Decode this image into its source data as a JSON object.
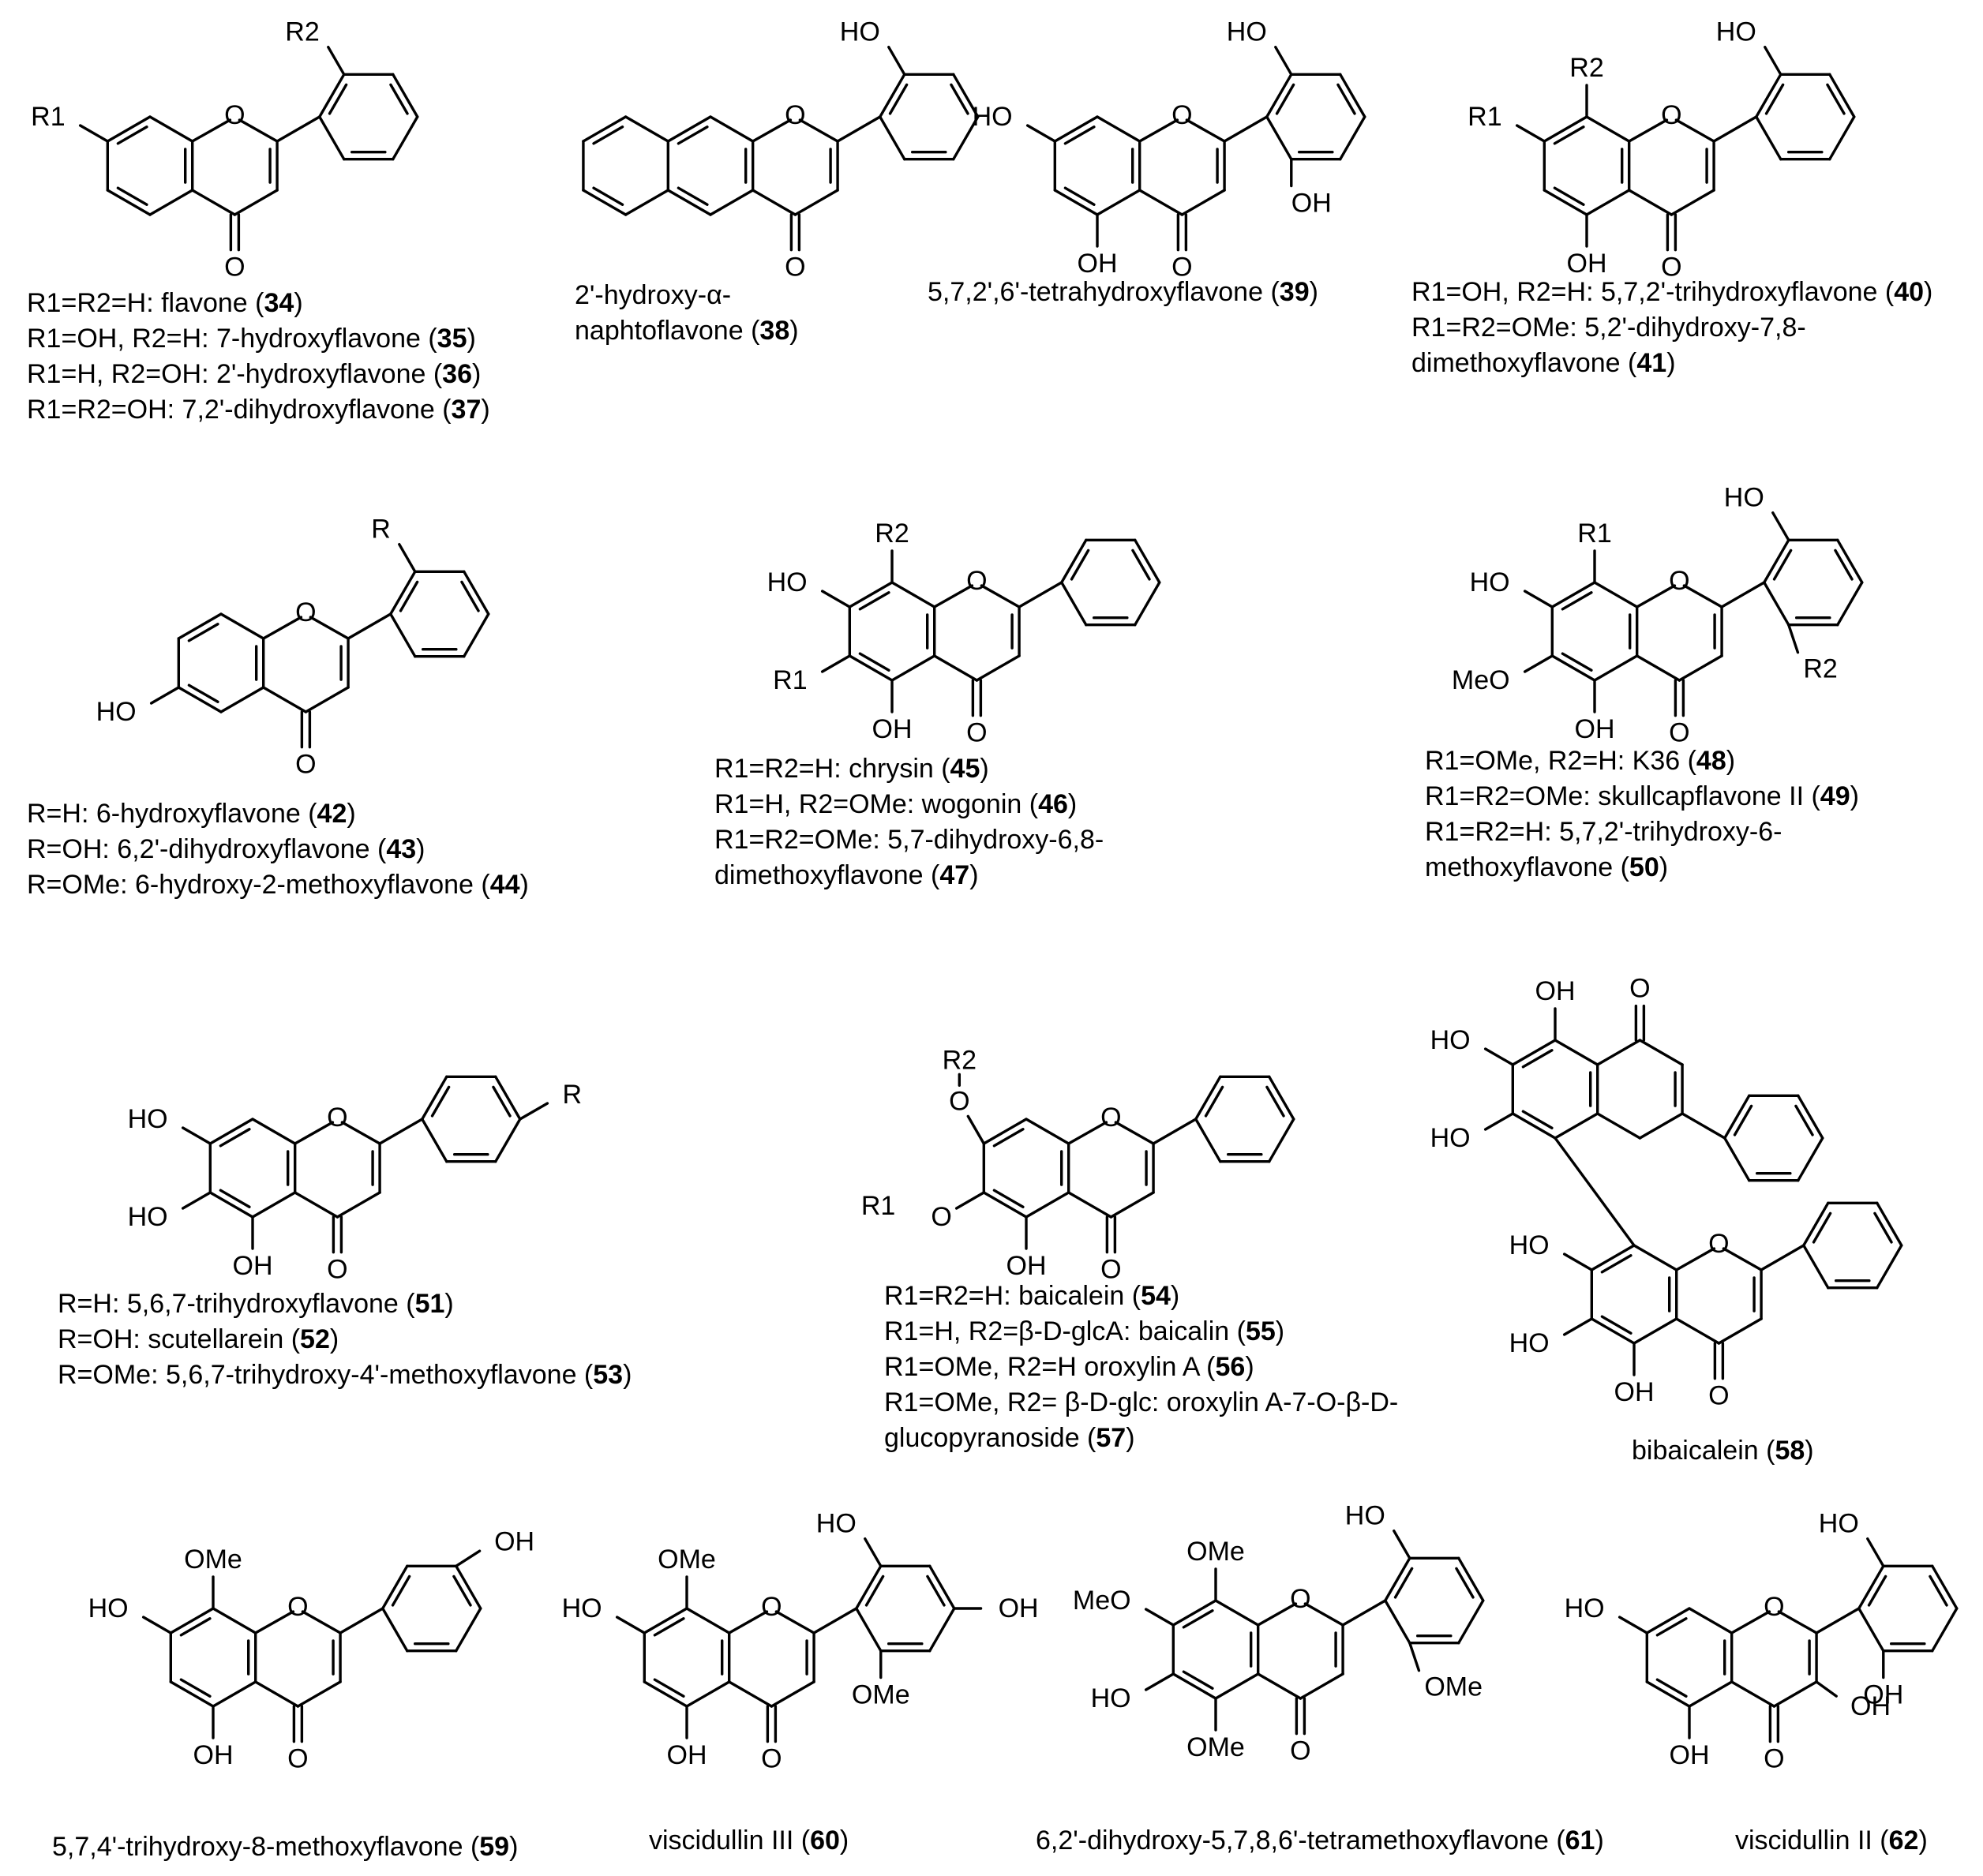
{
  "compounds": [
    {
      "id": "core-A",
      "atoms": {
        "R1": "R1",
        "R2": "R2"
      },
      "caption": [
        [
          "R1=R2=H:  flavone (",
          "34",
          ")"
        ],
        [
          "R1=OH, R2=H:  7-hydroxyflavone (",
          "35",
          ")"
        ],
        [
          "R1=H, R2=OH:  2'-hydroxyflavone (",
          "36",
          ")"
        ],
        [
          "R1=R2=OH:  7,2'-dihydroxyflavone (",
          "37",
          ")"
        ]
      ]
    },
    {
      "id": "c38",
      "atoms": {
        "HO": "HO"
      },
      "caption": [
        [
          "2'-hydroxy-α-",
          null,
          ""
        ],
        [
          "naphtoflavone (",
          "38",
          ")"
        ]
      ]
    },
    {
      "id": "c39",
      "atoms": {
        "HO7": "HO",
        "OH5": "OH",
        "HO2p": "HO",
        "OH6p": "OH"
      },
      "caption": [
        [
          "5,7,2',6'-tetrahydroxyflavone (",
          "39",
          ")"
        ]
      ]
    },
    {
      "id": "core-B",
      "atoms": {
        "R1": "R1",
        "R2": "R2",
        "OH5": "OH",
        "HO2p": "HO"
      },
      "caption": [
        [
          "R1=OH, R2=H:  5,7,2'-trihydroxyflavone (",
          "40",
          ")"
        ],
        [
          "R1=R2=OMe:  5,2'-dihydroxy-7,8-",
          null,
          ""
        ],
        [
          "dimethoxyflavone (",
          "41",
          ")"
        ]
      ]
    },
    {
      "id": "core-C",
      "atoms": {
        "R": "R",
        "HO6": "HO"
      },
      "caption": [
        [
          "R=H:  6-hydroxyflavone (",
          "42",
          ")"
        ],
        [
          "R=OH:  6,2'-dihydroxyflavone (",
          "43",
          ")"
        ],
        [
          "R=OMe:  6-hydroxy-2-methoxyflavone (",
          "44",
          ")"
        ]
      ]
    },
    {
      "id": "core-D",
      "atoms": {
        "R1": "R1",
        "R2": "R2",
        "HO7": "HO",
        "OH5": "OH"
      },
      "caption": [
        [
          "R1=R2=H:  chrysin (",
          "45",
          ")"
        ],
        [
          "R1=H, R2=OMe:  wogonin (",
          "46",
          ")"
        ],
        [
          "R1=R2=OMe:  5,7-dihydroxy-6,8-",
          null,
          ""
        ],
        [
          "dimethoxyflavone (",
          "47",
          ")"
        ]
      ]
    },
    {
      "id": "core-E",
      "atoms": {
        "R1": "R1",
        "R2": "R2",
        "HO7": "HO",
        "MeO6": "MeO",
        "OH5": "OH",
        "HO2p": "HO"
      },
      "caption": [
        [
          "R1=OMe, R2=H:  K36 (",
          "48",
          ")"
        ],
        [
          "R1=R2=OMe:  skullcapflavone II (",
          "49",
          ")"
        ],
        [
          "R1=R2=H:  5,7,2'-trihydroxy-6-",
          null,
          ""
        ],
        [
          "methoxyflavone (",
          "50",
          ")"
        ]
      ]
    },
    {
      "id": "core-F",
      "atoms": {
        "R": "R",
        "HO7": "HO",
        "HO6": "HO",
        "OH5": "OH"
      },
      "caption": [
        [
          "R=H:  5,6,7-trihydroxyflavone (",
          "51",
          ")"
        ],
        [
          "R=OH:  scutellarein (",
          "52",
          ")"
        ],
        [
          "R=OMe:  5,6,7-trihydroxy-4'-methoxyflavone (",
          "53",
          ")"
        ]
      ]
    },
    {
      "id": "core-G",
      "atoms": {
        "R1": "R1",
        "R2": "R2",
        "OH5": "OH"
      },
      "caption": [
        [
          "R1=R2=H:  baicalein (",
          "54",
          ")"
        ],
        [
          "R1=H, R2=β-D-glcA:  baicalin (",
          "55",
          ")"
        ],
        [
          "R1=OMe, R2=H  oroxylin A (",
          "56",
          ")"
        ],
        [
          "R1=OMe, R2= β-D-glc:  oroxylin A-7-O-β-D-",
          null,
          ""
        ],
        [
          "glucopyranoside (",
          "57",
          ")"
        ]
      ]
    },
    {
      "id": "c58",
      "atoms": {
        "OHa": "OH",
        "HOa": "HO",
        "HOb": "HO",
        "HOc": "HO",
        "HOd": "HO",
        "OHe": "OH"
      },
      "caption": [
        [
          "bibaicalein (",
          "58",
          ")"
        ]
      ]
    },
    {
      "id": "c59",
      "atoms": {
        "OMe8": "OMe",
        "HO7": "HO",
        "OH5": "OH",
        "OH4p": "OH"
      },
      "caption": [
        [
          "5,7,4'-trihydroxy-8-methoxyflavone (",
          "59",
          ")"
        ]
      ]
    },
    {
      "id": "c60",
      "atoms": {
        "OMe8": "OMe",
        "HO7": "HO",
        "OH5": "OH",
        "HO2p": "HO",
        "OH4p": "OH",
        "OMe3p": "OMe"
      },
      "caption": [
        [
          "viscidullin III (",
          "60",
          ")"
        ]
      ]
    },
    {
      "id": "c61",
      "atoms": {
        "OMe8": "OMe",
        "MeO7": "MeO",
        "HO6": "HO",
        "OMe5": "OMe",
        "HO2p": "HO",
        "OMe6p": "OMe"
      },
      "caption": [
        [
          "6,2'-dihydroxy-5,7,8,6'-tetramethoxyflavone (",
          "61",
          ")"
        ]
      ]
    },
    {
      "id": "c62",
      "atoms": {
        "HO7": "HO",
        "OH5": "OH",
        "HO2p": "HO",
        "OH6p": "OH",
        "OH3": "OH"
      },
      "caption": [
        [
          "viscidullin II (",
          "62",
          ")"
        ]
      ]
    }
  ],
  "common": {
    "O": "O"
  }
}
